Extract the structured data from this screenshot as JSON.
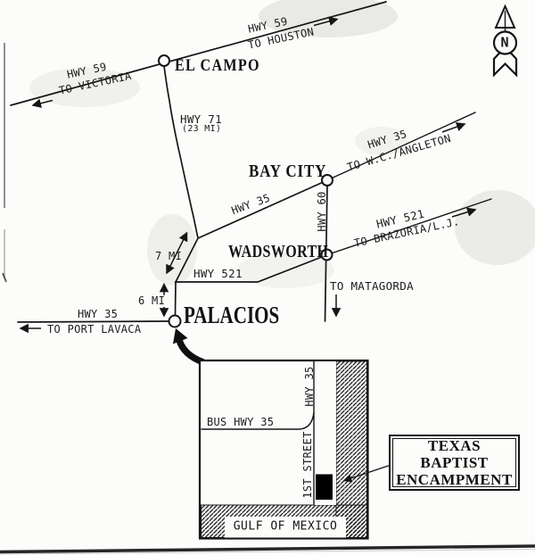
{
  "compass": {
    "letter": "N"
  },
  "cities": {
    "el_campo": "EL CAMPO",
    "bay_city": "BAY CITY",
    "wadsworth": "WADSWORTH",
    "palacios": "PALACIOS"
  },
  "road_labels": {
    "hwy59_west": "HWY 59",
    "to_victoria": "TO VICTORIA",
    "hwy59_east": "HWY 59",
    "to_houston": "TO HOUSTON",
    "hwy71": "HWY 71",
    "hwy71_distance": "(23 MI)",
    "hwy35_northeast": "HWY 35",
    "to_wc_angleton": "TO W.C./ANGLETON",
    "hwy60": "HWY 60",
    "hwy521_northeast": "HWY 521",
    "to_brazoria": "TO BRAZORIA/L.J.",
    "to_matagorda": "TO MATAGORDA",
    "hwy35_middle": "HWY 35",
    "hwy521_middle": "HWY 521",
    "distance_7mi": "7 MI",
    "distance_6mi": "6 MI",
    "hwy35_west": "HWY 35",
    "to_port_lavaca": "TO PORT LAVACA"
  },
  "inset": {
    "bus_hwy35": "BUS HWY 35",
    "hwy35_vertical": "HWY 35",
    "first_street": "1ST STREET",
    "gulf_of_mexico": "GULF OF MEXICO",
    "destination": {
      "line1": "TEXAS",
      "line2": "BAPTIST",
      "line3": "ENCAMPMENT"
    }
  },
  "colors": {
    "ink": "#1a1a1a",
    "paper": "#fcfcfa",
    "destination_fill": "#000000"
  }
}
